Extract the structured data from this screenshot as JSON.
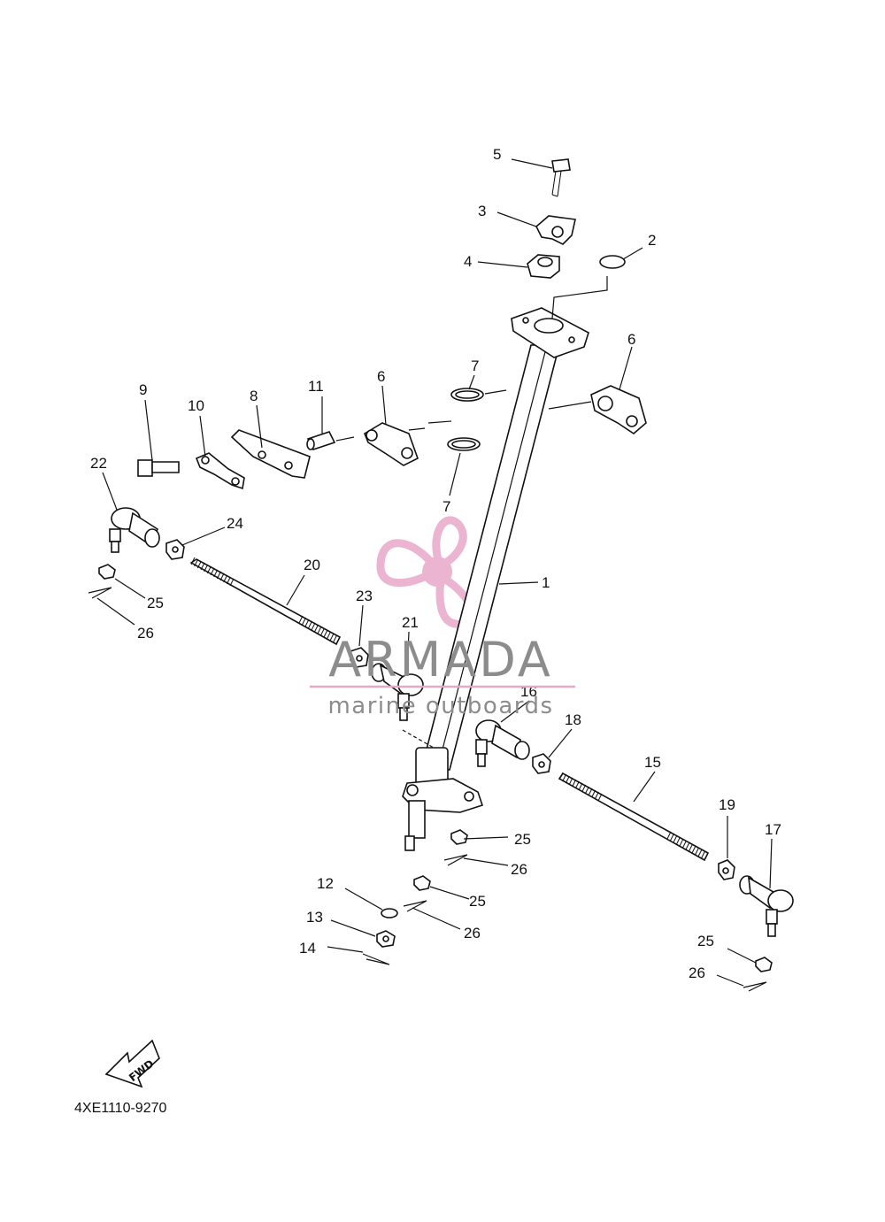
{
  "diagram_code": "4XE1110-9270",
  "fwd_label": "FWD",
  "watermark": {
    "brand": "ARMADA",
    "tagline": "marine outboards",
    "logo_color": "#e8a7c8",
    "text_color": "#8c8c8c"
  },
  "callouts": [
    {
      "id": "c1",
      "text": "1"
    },
    {
      "id": "c2",
      "text": "2"
    },
    {
      "id": "c3",
      "text": "3"
    },
    {
      "id": "c4",
      "text": "4"
    },
    {
      "id": "c5",
      "text": "5"
    },
    {
      "id": "c6a",
      "text": "6"
    },
    {
      "id": "c6b",
      "text": "6"
    },
    {
      "id": "c7a",
      "text": "7"
    },
    {
      "id": "c7b",
      "text": "7"
    },
    {
      "id": "c8",
      "text": "8"
    },
    {
      "id": "c9",
      "text": "9"
    },
    {
      "id": "c10",
      "text": "10"
    },
    {
      "id": "c11",
      "text": "11"
    },
    {
      "id": "c12",
      "text": "12"
    },
    {
      "id": "c13",
      "text": "13"
    },
    {
      "id": "c14",
      "text": "14"
    },
    {
      "id": "c15",
      "text": "15"
    },
    {
      "id": "c16",
      "text": "16"
    },
    {
      "id": "c17",
      "text": "17"
    },
    {
      "id": "c18",
      "text": "18"
    },
    {
      "id": "c19",
      "text": "19"
    },
    {
      "id": "c20",
      "text": "20"
    },
    {
      "id": "c21",
      "text": "21"
    },
    {
      "id": "c22",
      "text": "22"
    },
    {
      "id": "c23",
      "text": "23"
    },
    {
      "id": "c24",
      "text": "24"
    },
    {
      "id": "c25a",
      "text": "25"
    },
    {
      "id": "c25b",
      "text": "25"
    },
    {
      "id": "c25c",
      "text": "25"
    },
    {
      "id": "c25d",
      "text": "25"
    },
    {
      "id": "c26a",
      "text": "26"
    },
    {
      "id": "c26b",
      "text": "26"
    },
    {
      "id": "c26c",
      "text": "26"
    },
    {
      "id": "c26d",
      "text": "26"
    }
  ]
}
